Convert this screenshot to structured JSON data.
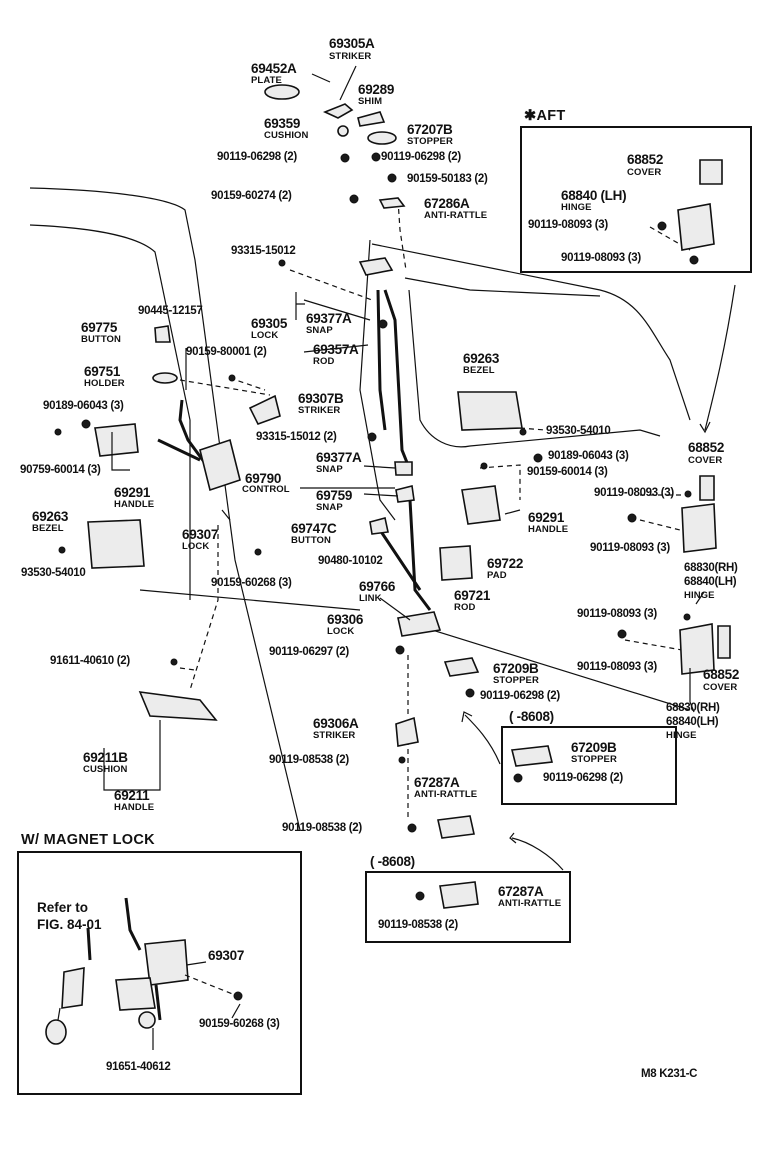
{
  "labels": {
    "p69305a": "69305A",
    "striker_a": "STRIKER",
    "p69452a": "69452A",
    "plate": "PLATE",
    "p69289": "69289",
    "shim": "SHIM",
    "p69359": "69359",
    "cushion_a": "CUSHION",
    "p67207b": "67207B",
    "stopper_a": "STOPPER",
    "b90119_06298_l": "90119-06298 (2)",
    "b90119_06298_r": "90119-06298 (2)",
    "b90159_50183": "90159-50183 (2)",
    "b90159_60274": "90159-60274 (2)",
    "p67286a": "67286A",
    "antirattle_a": "ANTI-RATTLE",
    "b93315_15012_top": "93315-15012",
    "b90445_12157": "90445-12157",
    "p69775": "69775",
    "button_a": "BUTTON",
    "p69305": "69305",
    "lock_a": "LOCK",
    "p69377a_top": "69377A",
    "snap_a": "SNAP",
    "b90159_80001": "90159-80001 (2)",
    "p69357a": "69357A",
    "rod_a": "ROD",
    "p69751": "69751",
    "holder": "HOLDER",
    "p69263_r": "69263",
    "bezel_r": "BEZEL",
    "b90189_06043_l": "90189-06043 (3)",
    "p69307b": "69307B",
    "striker_b": "STRIKER",
    "b93315_15012_mid": "93315-15012 (2)",
    "b93530_54010_r": "93530-54010",
    "b90189_06043_r": "90189-06043 (3)",
    "b90759_60014": "90759-60014 (3)",
    "p69377a_mid": "69377A",
    "snap_b": "SNAP",
    "b90159_60014": "90159-60014 (3)",
    "p69291_l": "69291",
    "handle_l": "HANDLE",
    "p69790": "69790",
    "control": "CONTROL",
    "p69759": "69759",
    "snap_c": "SNAP",
    "p69291_r": "69291",
    "handle_r": "HANDLE",
    "p69263_l": "69263",
    "bezel_l": "BEZEL",
    "p69307_lock": "69307",
    "lock_b": "LOCK",
    "p69747c": "69747C",
    "button_b": "BUTTON",
    "b90480_10102": "90480-10102",
    "p69722": "69722",
    "pad": "PAD",
    "b93530_54010_l": "93530-54010",
    "b90159_60268": "90159-60268 (3)",
    "p69766": "69766",
    "link": "LINK",
    "p69721": "69721",
    "rod_b": "ROD",
    "p69306": "69306",
    "lock_c": "LOCK",
    "b91611_40610": "91611-40610 (2)",
    "b90119_06297": "90119-06297 (2)",
    "p67209b": "67209B",
    "stopper_b": "STOPPER",
    "b90119_06298_c": "90119-06298 (2)",
    "p69211b": "69211B",
    "cushion_b": "CUSHION",
    "p69211": "69211",
    "handle_c": "HANDLE",
    "p69306a": "69306A",
    "striker_c": "STRIKER",
    "b90119_08538_a": "90119-08538 (2)",
    "p67287a": "67287A",
    "antirattle_b": "ANTI-RATTLE",
    "b90119_08538_b": "90119-08538 (2)",
    "aft_title": "✱AFT",
    "p68852_aft": "68852",
    "cover_aft": "COVER",
    "p68840_aft": "68840 (LH)",
    "hinge_aft": "HINGE",
    "b90119_08093_aft1": "90119-08093 (3)",
    "b90119_08093_aft2": "90119-08093 (3)",
    "p68852_r1": "68852",
    "cover_r1": "COVER",
    "b90119_08093_r1": "90119-08093 (3)",
    "b90119_08093_r2": "90119-08093 (3)",
    "p68830_top": "68830(RH)",
    "p68840_top": "68840(LH)",
    "hinge_top": "HINGE",
    "b90119_08093_r3": "90119-08093 (3)",
    "b90119_08093_r4": "90119-08093 (3)",
    "p68852_r2": "68852",
    "cover_r2": "COVER",
    "p68830_bot": "68830(RH)",
    "p68840_bot": "68840(LH)",
    "hinge_bot": "HINGE",
    "box2_date": "(      -8608)",
    "p67209b_box": "67209B",
    "stopper_box": "STOPPER",
    "b90119_06298_box": "90119-06298 (2)",
    "box3_date": "(      -8608)",
    "p67287a_box": "67287A",
    "antirattle_box": "ANTI-RATTLE",
    "b90119_08538_box": "90119-08538 (2)",
    "magnet_title": "W/ MAGNET  LOCK",
    "refer1": "Refer to",
    "refer2": "FIG. 84-01",
    "p69307_mag": "69307",
    "b90159_60268_mag": "90159-60268 (3)",
    "b91651_40612": "91651-40612",
    "fig_code": "M8  K231-C"
  }
}
